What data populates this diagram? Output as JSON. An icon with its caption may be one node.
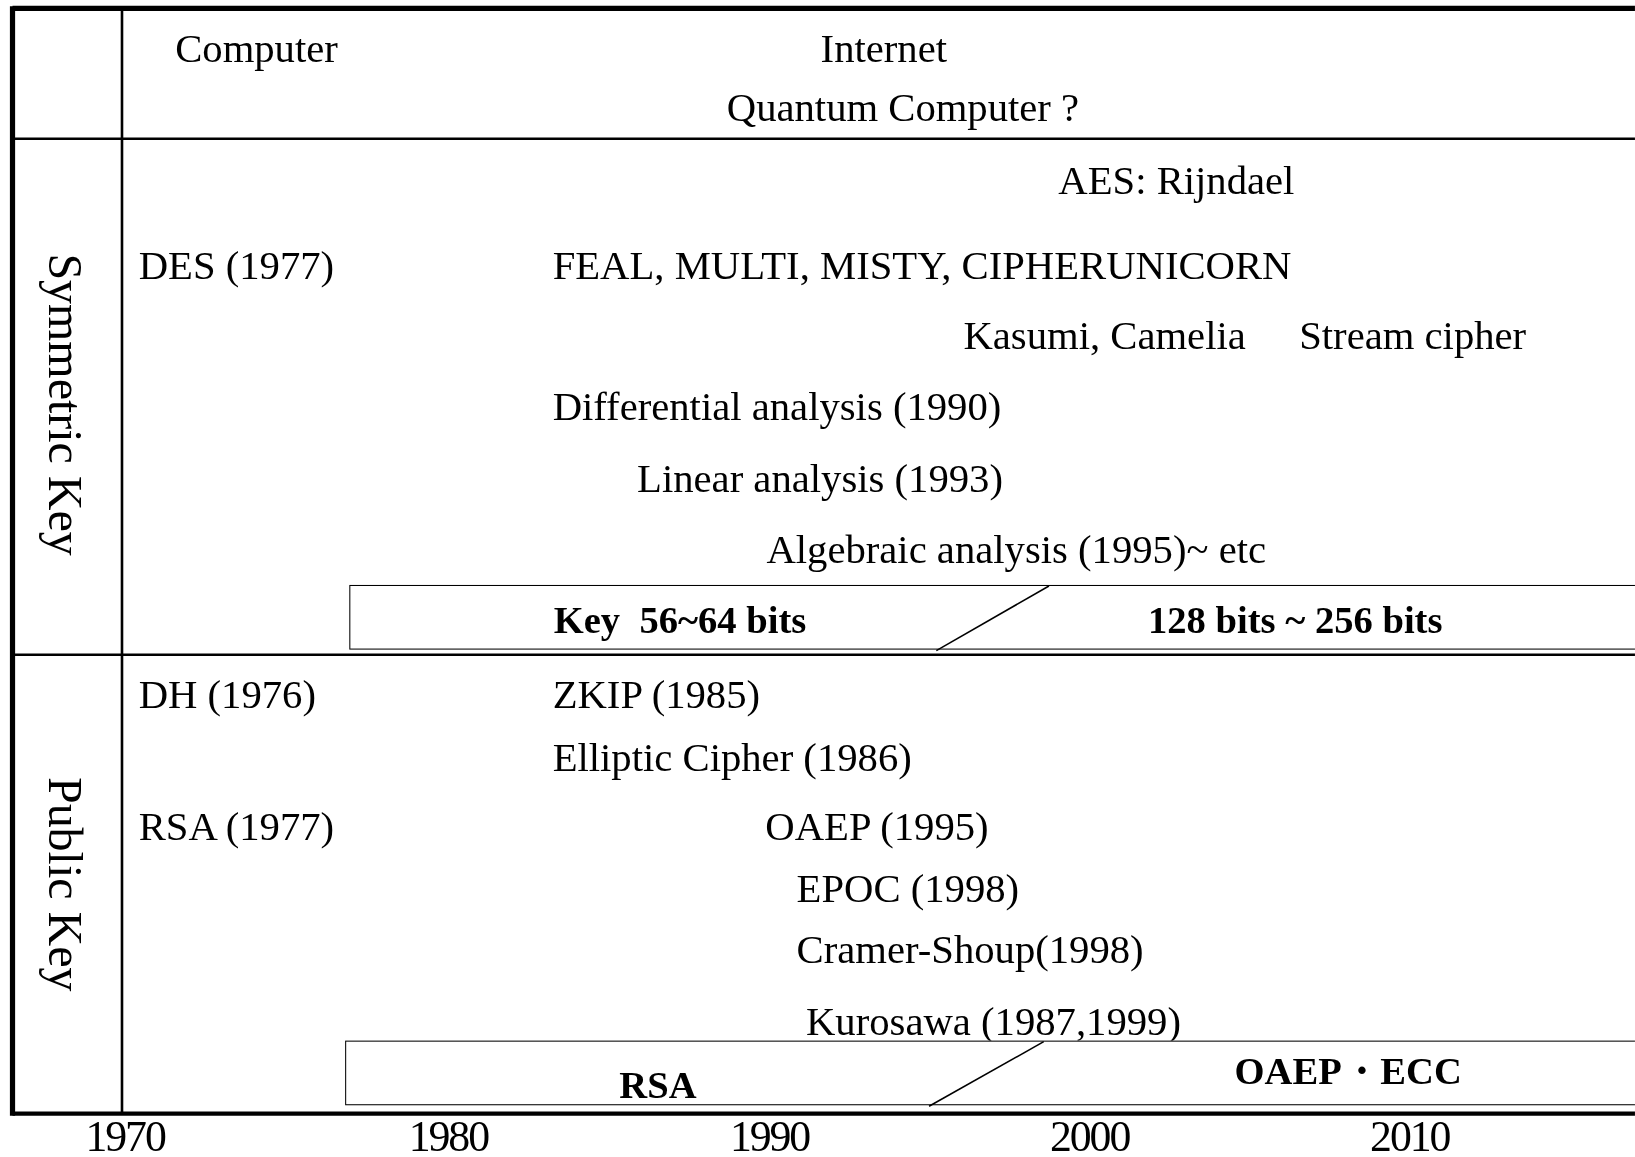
{
  "diagram": {
    "nodes": [
      {
        "text": [
          "Key  56~64 bits",
          "128 bits ~ 256 bits"
        ]
      },
      {
        "text": [
          "RSA",
          "OAEP・ECC"
        ]
      }
    ],
    "edges": [],
    "labels": [
      "Computer",
      "Internet",
      "Quantum Computer ?",
      "Symmetric Key",
      "AES: Rijndael",
      "DES (1977)",
      "FEAL, MULTI, MISTY, CIPHERUNICORN",
      "Kasumi, Camelia",
      "Stream cipher",
      "Differential analysis (1990)",
      "Linear analysis (1993)",
      "Algebraic analysis (1995)~ etc",
      "Public Key",
      "DH (1976)",
      "ZKIP (1985)",
      "Elliptic Cipher (1986)",
      "RSA (1977)",
      "OAEP (1995)",
      "EPOC (1998)",
      "Cramer-Shoup(1998)",
      "Kurosawa (1987,1999)",
      "1970",
      "1980",
      "1990",
      "2000",
      "2010"
    ]
  }
}
